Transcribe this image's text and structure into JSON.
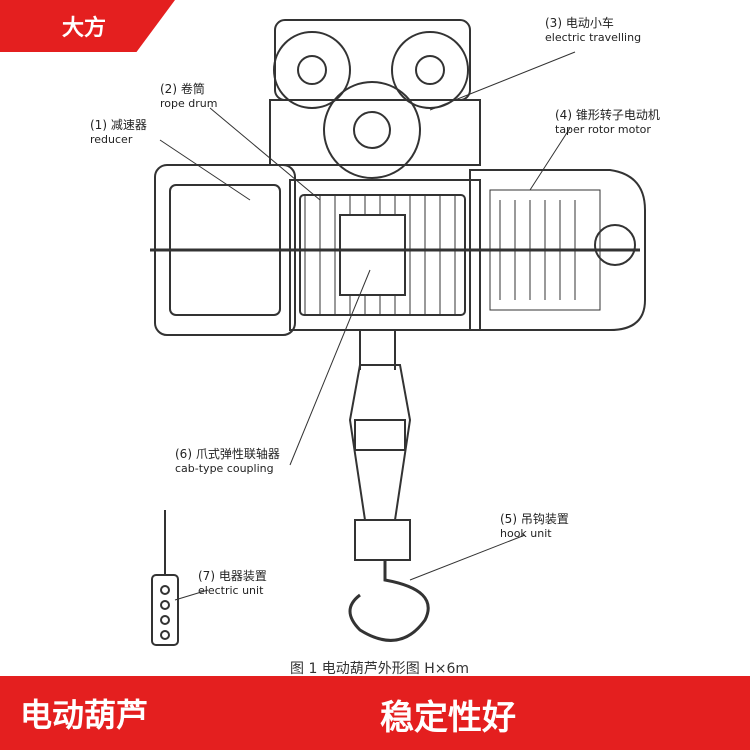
{
  "brand": {
    "badge": "大方"
  },
  "labels": {
    "electric_travelling": {
      "cn": "(3) 电动小车",
      "en": "electric travelling"
    },
    "rope_drum": {
      "cn": "(2) 卷筒",
      "en": "rope drum"
    },
    "reducer": {
      "cn": "(1) 减速器",
      "en": "reducer"
    },
    "taper_motor": {
      "cn": "(4) 锥形转子电动机",
      "en": "taper rotor motor"
    },
    "coupling": {
      "cn": "(6) 爪式弹性联轴器",
      "en": "cab-type coupling"
    },
    "hook_unit": {
      "cn": "(5) 吊钩装置",
      "en": "hook unit"
    },
    "electric_unit": {
      "cn": "(7) 电器装置",
      "en": "electric unit"
    }
  },
  "caption": "图 1  电动葫芦外形图 H×6m",
  "footer": {
    "product": "电动葫芦",
    "slogan": "稳定性好"
  },
  "colors": {
    "brand_red": "#e41f1f",
    "line": "#333333"
  }
}
